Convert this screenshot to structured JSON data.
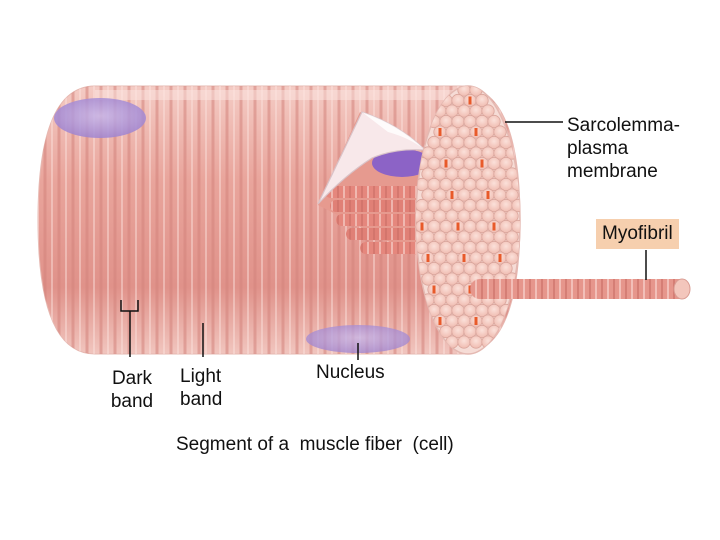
{
  "labels": {
    "sarcolemma": "Sarcolemma-\nplasma\nmembrane",
    "myofibril": "Myofibril",
    "dark_band": "Dark\nband",
    "light_band": "Light\nband",
    "nucleus": "Nucleus",
    "caption": "Segment of a  muscle fiber  (cell)"
  },
  "colors": {
    "fiber_body": "#e8a39a",
    "fiber_stripe": "#d98580",
    "fiber_highlight": "#f7d8d2",
    "nucleus": "#a98fd6",
    "myofibril_end": "#f2c2b7",
    "myofibril_core": "#e85a2a",
    "label_highlight": "#f6cfae"
  },
  "icons": {
    "fiber": "muscle-fiber-cylinder",
    "nucleus": "oval-nucleus-shape",
    "myofibril": "striated-rod"
  }
}
